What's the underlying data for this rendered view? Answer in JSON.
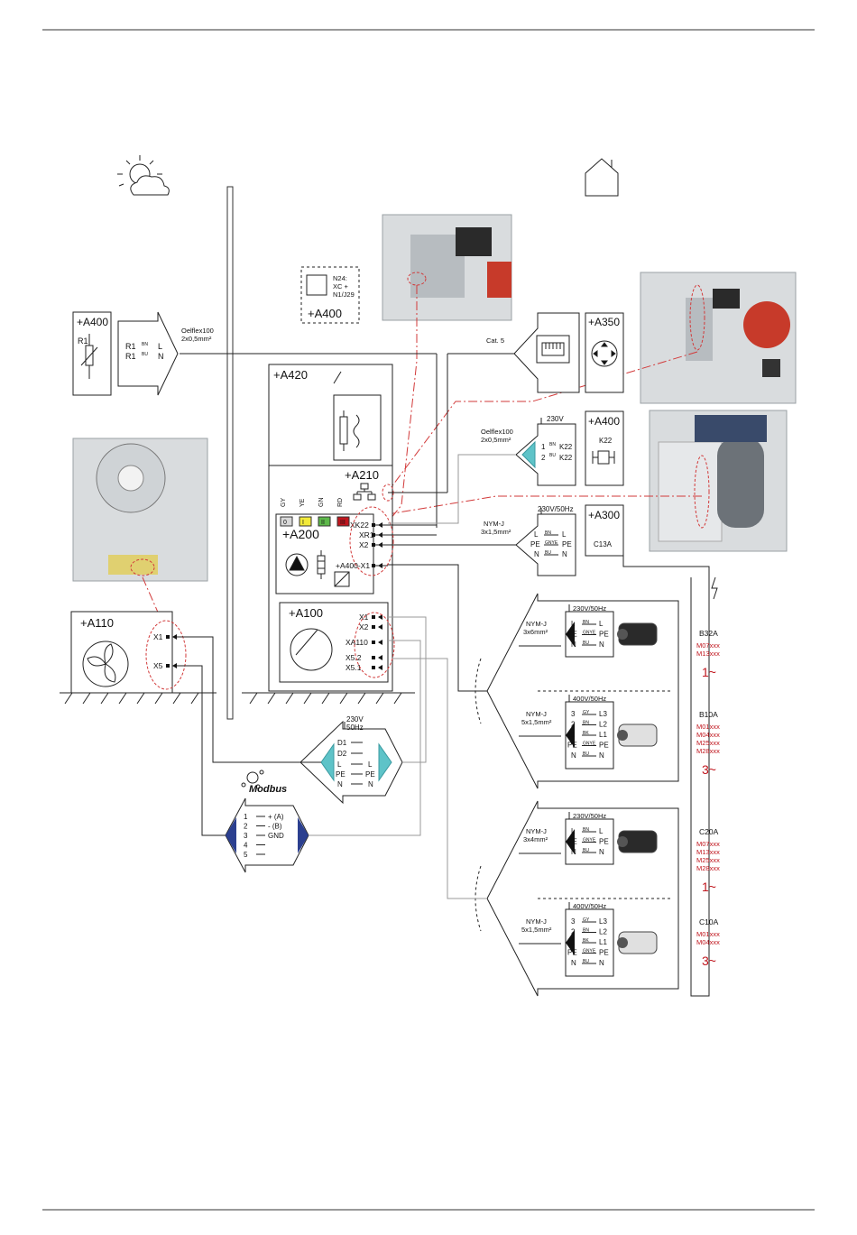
{
  "modules": {
    "a400_sensor": "+A400",
    "a400_top": "+A400",
    "a400_relay": "+A400",
    "a420": "+A420",
    "a210": "+A210",
    "a200": "+A200",
    "a100": "+A100",
    "a110": "+A110",
    "a350": "+A350",
    "a300": "+A300"
  },
  "sensor": {
    "r1": "R1",
    "plug_left": [
      "R1",
      "R1"
    ],
    "wire_colors": [
      "BN",
      "BU"
    ],
    "plug_right": [
      "L",
      "N"
    ],
    "cable_name": "Oelflex100",
    "cable_size": "2x0,5mm²"
  },
  "top_module": {
    "label_lines": [
      "N24:",
      "XC +",
      "N1/J29"
    ]
  },
  "a350": {
    "cable": "Cat. 5"
  },
  "relay": {
    "voltage": "230V",
    "cable_name": "Oelflex100",
    "cable_size": "2x0,5mm²",
    "pins": [
      "1",
      "2"
    ],
    "wire_colors": [
      "BN",
      "BU"
    ],
    "right": [
      "K22",
      "K22"
    ],
    "k22": "K22"
  },
  "a300": {
    "voltage": "230V/50Hz",
    "cable_name": "NYM-J",
    "cable_size": "3x1,5mm²",
    "left": [
      "L",
      "PE",
      "N"
    ],
    "wire_colors": [
      "BN",
      "GNYE",
      "BU"
    ],
    "right": [
      "L",
      "PE",
      "N"
    ],
    "fuse": "C13A"
  },
  "a200": {
    "led_colors": [
      "GY",
      "YE",
      "GN",
      "RD"
    ],
    "led_marks": [
      "0",
      "I",
      "II",
      "III"
    ],
    "terminals": [
      "XK22",
      "XR1",
      "X2",
      "+A400-X1"
    ]
  },
  "a100": {
    "terminals": [
      "X1",
      "X2",
      "XA110",
      "X5.2",
      "X5.1"
    ]
  },
  "a110": {
    "terminals": [
      "X1",
      "X5"
    ]
  },
  "power_plug": {
    "voltage": "230V",
    "freq": "50Hz",
    "left": [
      "D1",
      "D2",
      "L",
      "PE",
      "N"
    ],
    "right": [
      "L",
      "PE",
      "N"
    ]
  },
  "modbus": {
    "title": "Modbus",
    "pins": [
      "1",
      "2",
      "3",
      "4",
      "5"
    ],
    "signals": [
      "+ (A)",
      "- (B)",
      "GND",
      "",
      ""
    ]
  },
  "connectors": [
    {
      "cable_name": "NYM-J",
      "cable_size": "3x6mm²",
      "voltage": "230V/50Hz",
      "left": [
        "L",
        "PE",
        "N"
      ],
      "colors": [
        "BN",
        "GNYE",
        "BU"
      ],
      "right": [
        "L",
        "PE",
        "N"
      ]
    },
    {
      "cable_name": "NYM-J",
      "cable_size": "5x1,5mm²",
      "voltage": "400V/50Hz",
      "left": [
        "3",
        "2",
        "1",
        "PE",
        "N"
      ],
      "colors": [
        "GY",
        "BN",
        "BK",
        "GNYE",
        "BU"
      ],
      "right": [
        "L3",
        "L2",
        "L1",
        "PE",
        "N"
      ]
    },
    {
      "cable_name": "NYM-J",
      "cable_size": "3x4mm²",
      "voltage": "230V/50Hz",
      "left": [
        "L",
        "PE",
        "N"
      ],
      "colors": [
        "BN",
        "GNYE",
        "BU"
      ],
      "right": [
        "L",
        "PE",
        "N"
      ]
    },
    {
      "cable_name": "NYM-J",
      "cable_size": "5x1,5mm²",
      "voltage": "400V/50Hz",
      "left": [
        "3",
        "2",
        "1",
        "PE",
        "N"
      ],
      "colors": [
        "GY",
        "BN",
        "BK",
        "GNYE",
        "BU"
      ],
      "right": [
        "L3",
        "L2",
        "L1",
        "PE",
        "N"
      ]
    }
  ],
  "fuses": [
    {
      "rating": "B32A",
      "models": [
        "M07xxx",
        "M13xxx"
      ],
      "phase": "1~"
    },
    {
      "rating": "B10A",
      "models": [
        "M01xxx",
        "M04xxx",
        "M25xxx",
        "M28xxx"
      ],
      "phase": "3~"
    },
    {
      "rating": "C20A",
      "models": [
        "M07xxx",
        "M13xxx",
        "M25xxx",
        "M28xxx"
      ],
      "phase": "1~"
    },
    {
      "rating": "C10A",
      "models": [
        "M01xxx",
        "M04xxx"
      ],
      "phase": "3~"
    }
  ],
  "colors": {
    "red": "#c0161e",
    "teal": "#5ec3c8",
    "navy": "#2b3f8f",
    "line": "#222222"
  }
}
